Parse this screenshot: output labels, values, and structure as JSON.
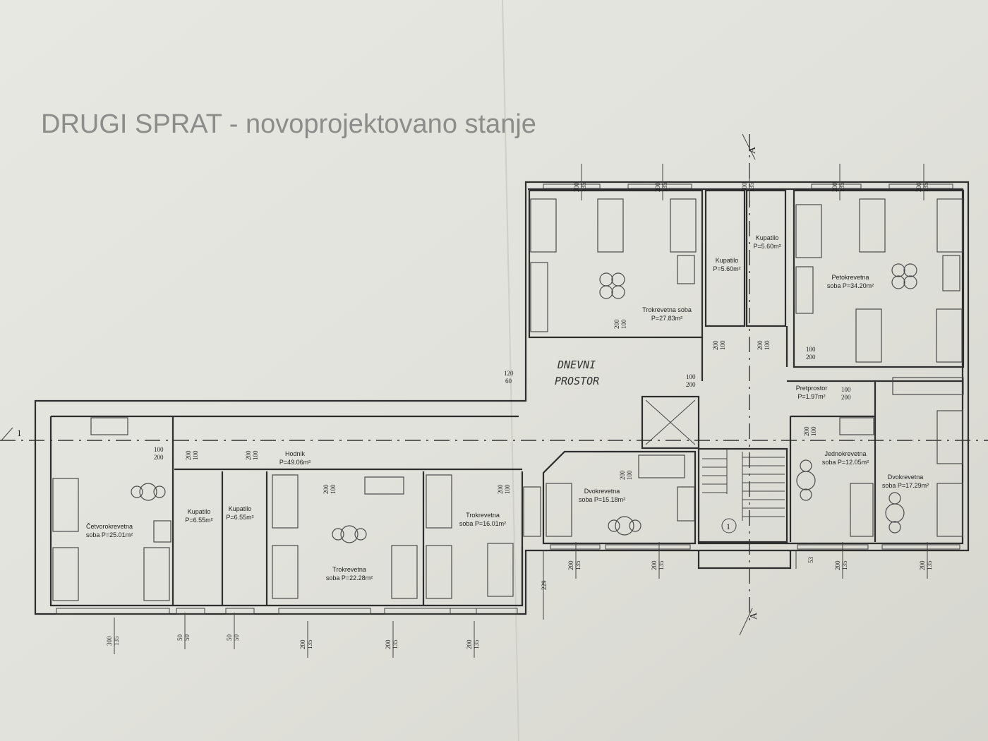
{
  "title": "DRUGI SPRAT - novoprojektovano stanje",
  "rooms": [
    {
      "name": "Trokrevetna soba",
      "area": "P=27.83m²"
    },
    {
      "name": "Kupatilo",
      "area": "P=5.60m²"
    },
    {
      "name": "Kupatilo",
      "area": "P=5.60m²"
    },
    {
      "name": "Petokrevetna",
      "area": "soba P=34.20m²"
    },
    {
      "name": "Pretprostor",
      "area": "P=1.97m²"
    },
    {
      "name": "Jednokrevetna",
      "area": "soba P=12.05m²"
    },
    {
      "name": "Dvokrevetna",
      "area": "soba P=17.29m²"
    },
    {
      "name": "Dvokrevetna",
      "area": "soba P=15.18m²"
    },
    {
      "name": "Hodnik",
      "area": "P=49.06m²"
    },
    {
      "name": "Četvorokrevetna",
      "area": "soba P=25.01m²"
    },
    {
      "name": "Kupatilo",
      "area": "P=6.55m²"
    },
    {
      "name": "Kupatilo",
      "area": "P=6.55m²"
    },
    {
      "name": "Trokrevetna",
      "area": "soba P=22.28m²"
    },
    {
      "name": "Trokrevetna",
      "area": "soba P=16.01m²"
    }
  ],
  "handwritten": {
    "line1": "DNEVNI",
    "line2": "PROSTOR"
  },
  "dimensions": [
    [
      "200",
      "135"
    ],
    [
      "200",
      "135"
    ],
    [
      "100",
      "135"
    ],
    [
      "200",
      "135"
    ],
    [
      "200",
      "135"
    ],
    [
      "300",
      "135"
    ],
    [
      "50",
      "50"
    ],
    [
      "50",
      "50"
    ],
    [
      "200",
      "135"
    ],
    [
      "200",
      "135"
    ],
    [
      "200",
      "135"
    ],
    [
      "200",
      "135"
    ],
    [
      "200",
      "135"
    ],
    [
      "200",
      "135"
    ],
    [
      "200",
      "135"
    ]
  ],
  "doors": [
    [
      "100",
      "200"
    ],
    [
      "100",
      "200"
    ],
    [
      "100",
      "200"
    ],
    [
      "100",
      "200"
    ],
    [
      "100",
      "200"
    ],
    [
      "100",
      "200"
    ],
    [
      "100",
      "200"
    ],
    [
      "100",
      "200"
    ],
    [
      "100",
      "200"
    ],
    [
      "100",
      "200"
    ],
    [
      "100",
      "200"
    ],
    [
      "100",
      "200"
    ],
    [
      "100",
      "200"
    ]
  ],
  "misc": {
    "d229": "229",
    "d53": "53",
    "d120": "120",
    "d60": "60",
    "section_a_top": "A",
    "section_a_bottom": "A",
    "section_1": "1",
    "stair_number": "1"
  }
}
